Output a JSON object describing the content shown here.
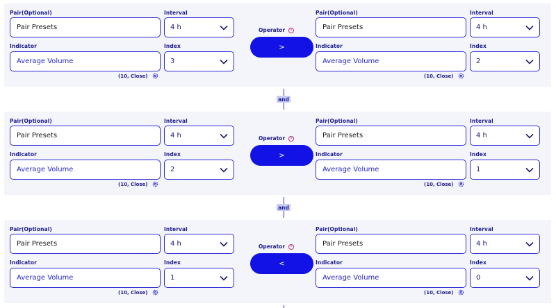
{
  "labels": {
    "pair": "Pair(Optional)",
    "interval": "Interval",
    "indicator": "Indicator",
    "index": "Index",
    "operator": "Operator"
  },
  "info_glyph": "i",
  "connector_text": "and",
  "conditions": [
    {
      "left": {
        "pair": "Pair Presets",
        "interval": "4 h",
        "indicator": "Average Volume",
        "index": "3",
        "params": "(10, Close)"
      },
      "operator": ">",
      "right": {
        "pair": "Pair Presets",
        "interval": "4 h",
        "indicator": "Average Volume",
        "index": "2",
        "params": "(10, Close)"
      }
    },
    {
      "left": {
        "pair": "Pair Presets",
        "interval": "4 h",
        "indicator": "Average Volume",
        "index": "2",
        "params": "(10, Close)"
      },
      "operator": ">",
      "right": {
        "pair": "Pair Presets",
        "interval": "4 h",
        "indicator": "Average Volume",
        "index": "1",
        "params": "(10, Close)"
      }
    },
    {
      "left": {
        "pair": "Pair Presets",
        "interval": "4 h",
        "indicator": "Average Volume",
        "index": "1",
        "params": "(10, Close)"
      },
      "operator": "<",
      "right": {
        "pair": "Pair Presets",
        "interval": "4 h",
        "indicator": "Average Volume",
        "index": "0",
        "params": "(10, Close)"
      }
    }
  ],
  "colors": {
    "accent": "#1212e6",
    "border": "#2b2bd6",
    "card_bg": "#f4f4fb",
    "info": "#c0327a",
    "and_bg": "#c9cdf2"
  },
  "icons": {
    "dropdown": "chevron-down-icon",
    "settings": "gear-icon",
    "info": "info-icon"
  }
}
